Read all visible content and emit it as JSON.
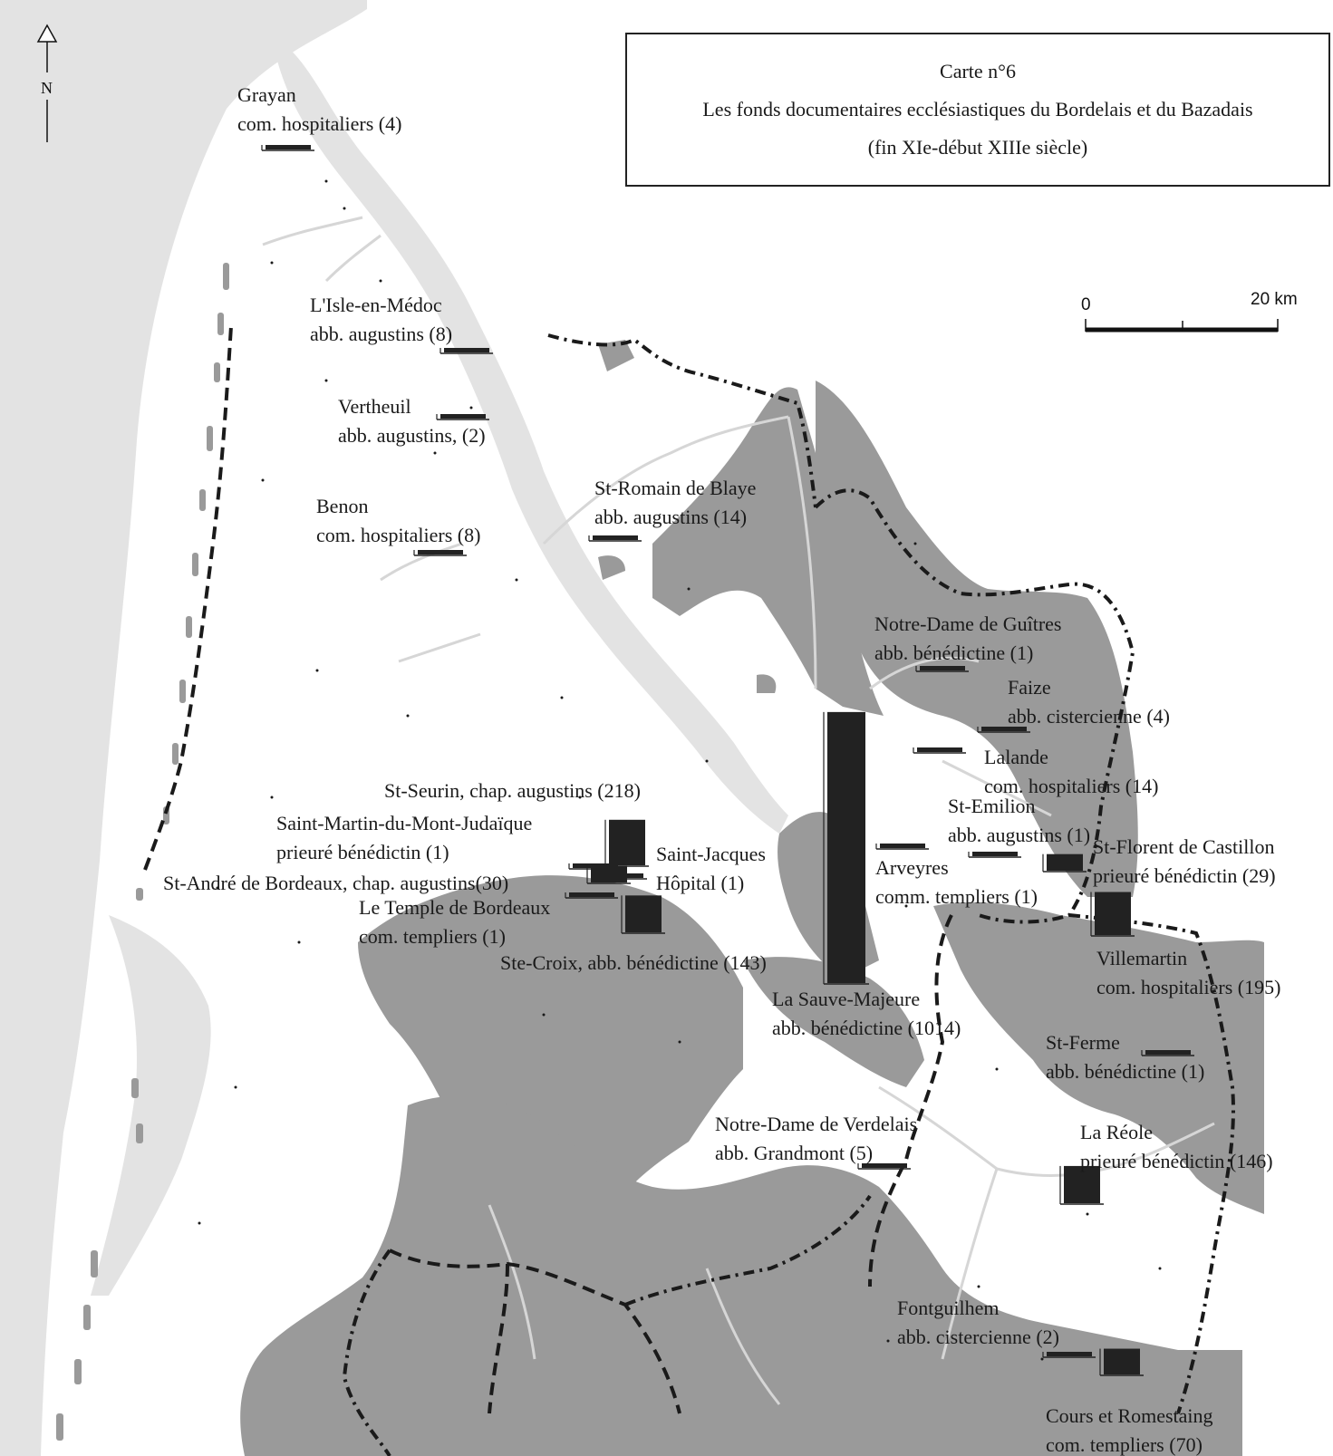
{
  "title": {
    "line1": "Carte n°6",
    "line2": "Les fonds documentaires ecclésiastiques du Bordelais et du Bazadais",
    "line3": "(fin XIe-début XIIIe siècle)"
  },
  "north_label": "N",
  "scale": {
    "start": "0",
    "end": "20 km"
  },
  "colors": {
    "land": "#ffffff",
    "water": "#e3e3e3",
    "upland": "#9a9a9a",
    "bar": "#222222",
    "river": "#d9d9d9"
  },
  "chart_data": {
    "type": "map-bars",
    "description_units": "number of documents per ecclesiastical fonds",
    "sites": [
      {
        "id": "grayan",
        "l1": "Grayan",
        "l2": "com. hospitaliers (4)",
        "count": 4
      },
      {
        "id": "lisle",
        "l1": "L'Isle-en-Médoc",
        "l2": "abb. augustins (8)",
        "count": 8
      },
      {
        "id": "vertheuil",
        "l1": "Vertheuil",
        "l2": "abb. augustins, (2)",
        "count": 2
      },
      {
        "id": "benon",
        "l1": "Benon",
        "l2": "com. hospitaliers (8)",
        "count": 8
      },
      {
        "id": "stromain",
        "l1": "St-Romain de Blaye",
        "l2": "abb. augustins (14)",
        "count": 14
      },
      {
        "id": "ndguitres",
        "l1": "Notre-Dame de Guîtres",
        "l2": "abb. bénédictine (1)",
        "count": 1
      },
      {
        "id": "faize",
        "l1": "Faize",
        "l2": "abb. cistercienne (4)",
        "count": 4
      },
      {
        "id": "lalande",
        "l1": "Lalande",
        "l2": "com. hospitaliers (14)",
        "count": 14
      },
      {
        "id": "stemilion",
        "l1": "St-Emilion",
        "l2": "abb. augustins (1)",
        "count": 1
      },
      {
        "id": "stflorent",
        "l1": "St-Florent de Castillon",
        "l2": "prieuré bénédictin (29)",
        "count": 29
      },
      {
        "id": "stseurin",
        "l1": "St-Seurin, chap. augustins (218)",
        "l2": "",
        "count": 218
      },
      {
        "id": "stmartin",
        "l1": "Saint-Martin-du-Mont-Judaïque",
        "l2": "prieuré bénédictin (1)",
        "count": 1
      },
      {
        "id": "standre",
        "l1": "St-André de Bordeaux, chap. augustins(30)",
        "l2": "",
        "count": 30
      },
      {
        "id": "temple",
        "l1": "Le Temple de Bordeaux",
        "l2": "com. templiers (1)",
        "count": 1
      },
      {
        "id": "stjacques",
        "l1": "Saint-Jacques",
        "l2": "Hôpital (1)",
        "count": 1
      },
      {
        "id": "stecroix",
        "l1": "Ste-Croix, abb. bénédictine (143)",
        "l2": "",
        "count": 143
      },
      {
        "id": "arveyres",
        "l1": "Arveyres",
        "l2": "comm. templiers (1)",
        "count": 1
      },
      {
        "id": "villemartin",
        "l1": "Villemartin",
        "l2": "com. hospitaliers (195)",
        "count": 195
      },
      {
        "id": "sauve",
        "l1": "La Sauve-Majeure",
        "l2": "abb. bénédictine (1014)",
        "count": 1014
      },
      {
        "id": "stferme",
        "l1": "St-Ferme",
        "l2": "abb. bénédictine (1)",
        "count": 1
      },
      {
        "id": "verdelais",
        "l1": "Notre-Dame de Verdelais",
        "l2": "abb. Grandmont (5)",
        "count": 5
      },
      {
        "id": "lareole",
        "l1": "La Réole",
        "l2": "prieuré bénédictin (146)",
        "count": 146
      },
      {
        "id": "fontguilhem",
        "l1": "Fontguilhem",
        "l2": "abb. cistercienne  (2)",
        "count": 2
      },
      {
        "id": "cours",
        "l1": "Cours et Romestaing",
        "l2": "com. templiers (70)",
        "count": 70
      }
    ]
  }
}
